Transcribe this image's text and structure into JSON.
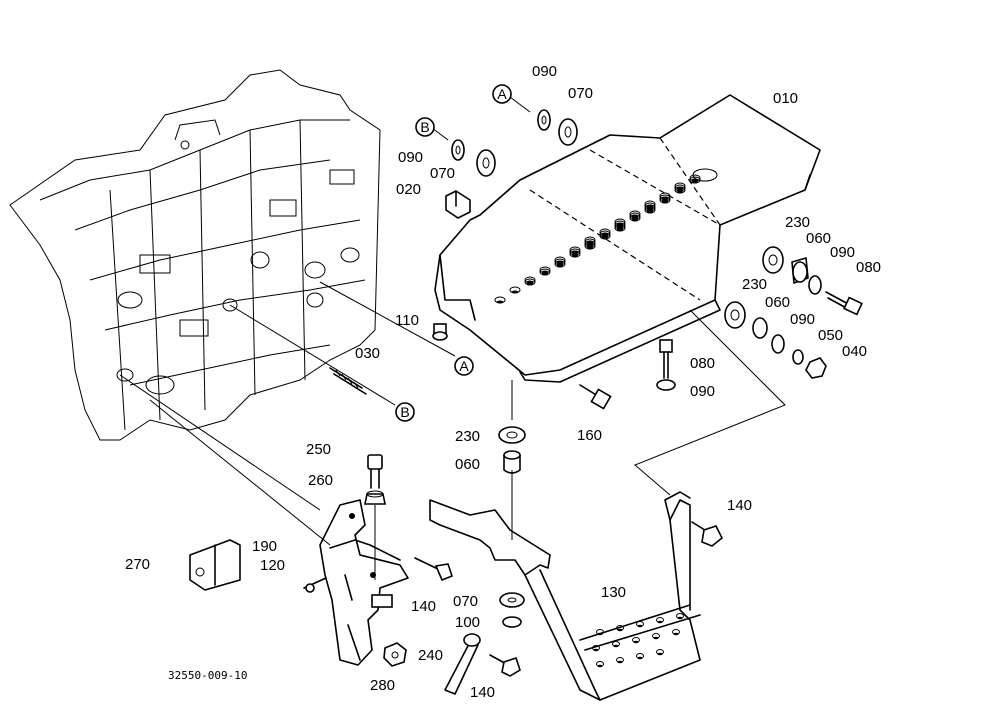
{
  "labels": {
    "p010": "010",
    "p020": "020",
    "p030": "030",
    "p040": "040",
    "p050": "050",
    "p060a": "060",
    "p060b": "060",
    "p060c": "060",
    "p070a": "070",
    "p070b": "070",
    "p070c": "070",
    "p080a": "080",
    "p080b": "080",
    "p090a": "090",
    "p090b": "090",
    "p090c": "090",
    "p090d": "090",
    "p090e": "090",
    "p100": "100",
    "p110": "110",
    "p120": "120",
    "p130": "130",
    "p140a": "140",
    "p140b": "140",
    "p140c": "140",
    "p160": "160",
    "p190": "190",
    "p230a": "230",
    "p230b": "230",
    "p230c": "230",
    "p240": "240",
    "p250": "250",
    "p260": "260",
    "p270": "270",
    "p280": "280"
  },
  "refs": {
    "a1": "A",
    "a2": "A",
    "b1": "B",
    "b2": "B"
  },
  "drawing_code": "32550-009-10"
}
